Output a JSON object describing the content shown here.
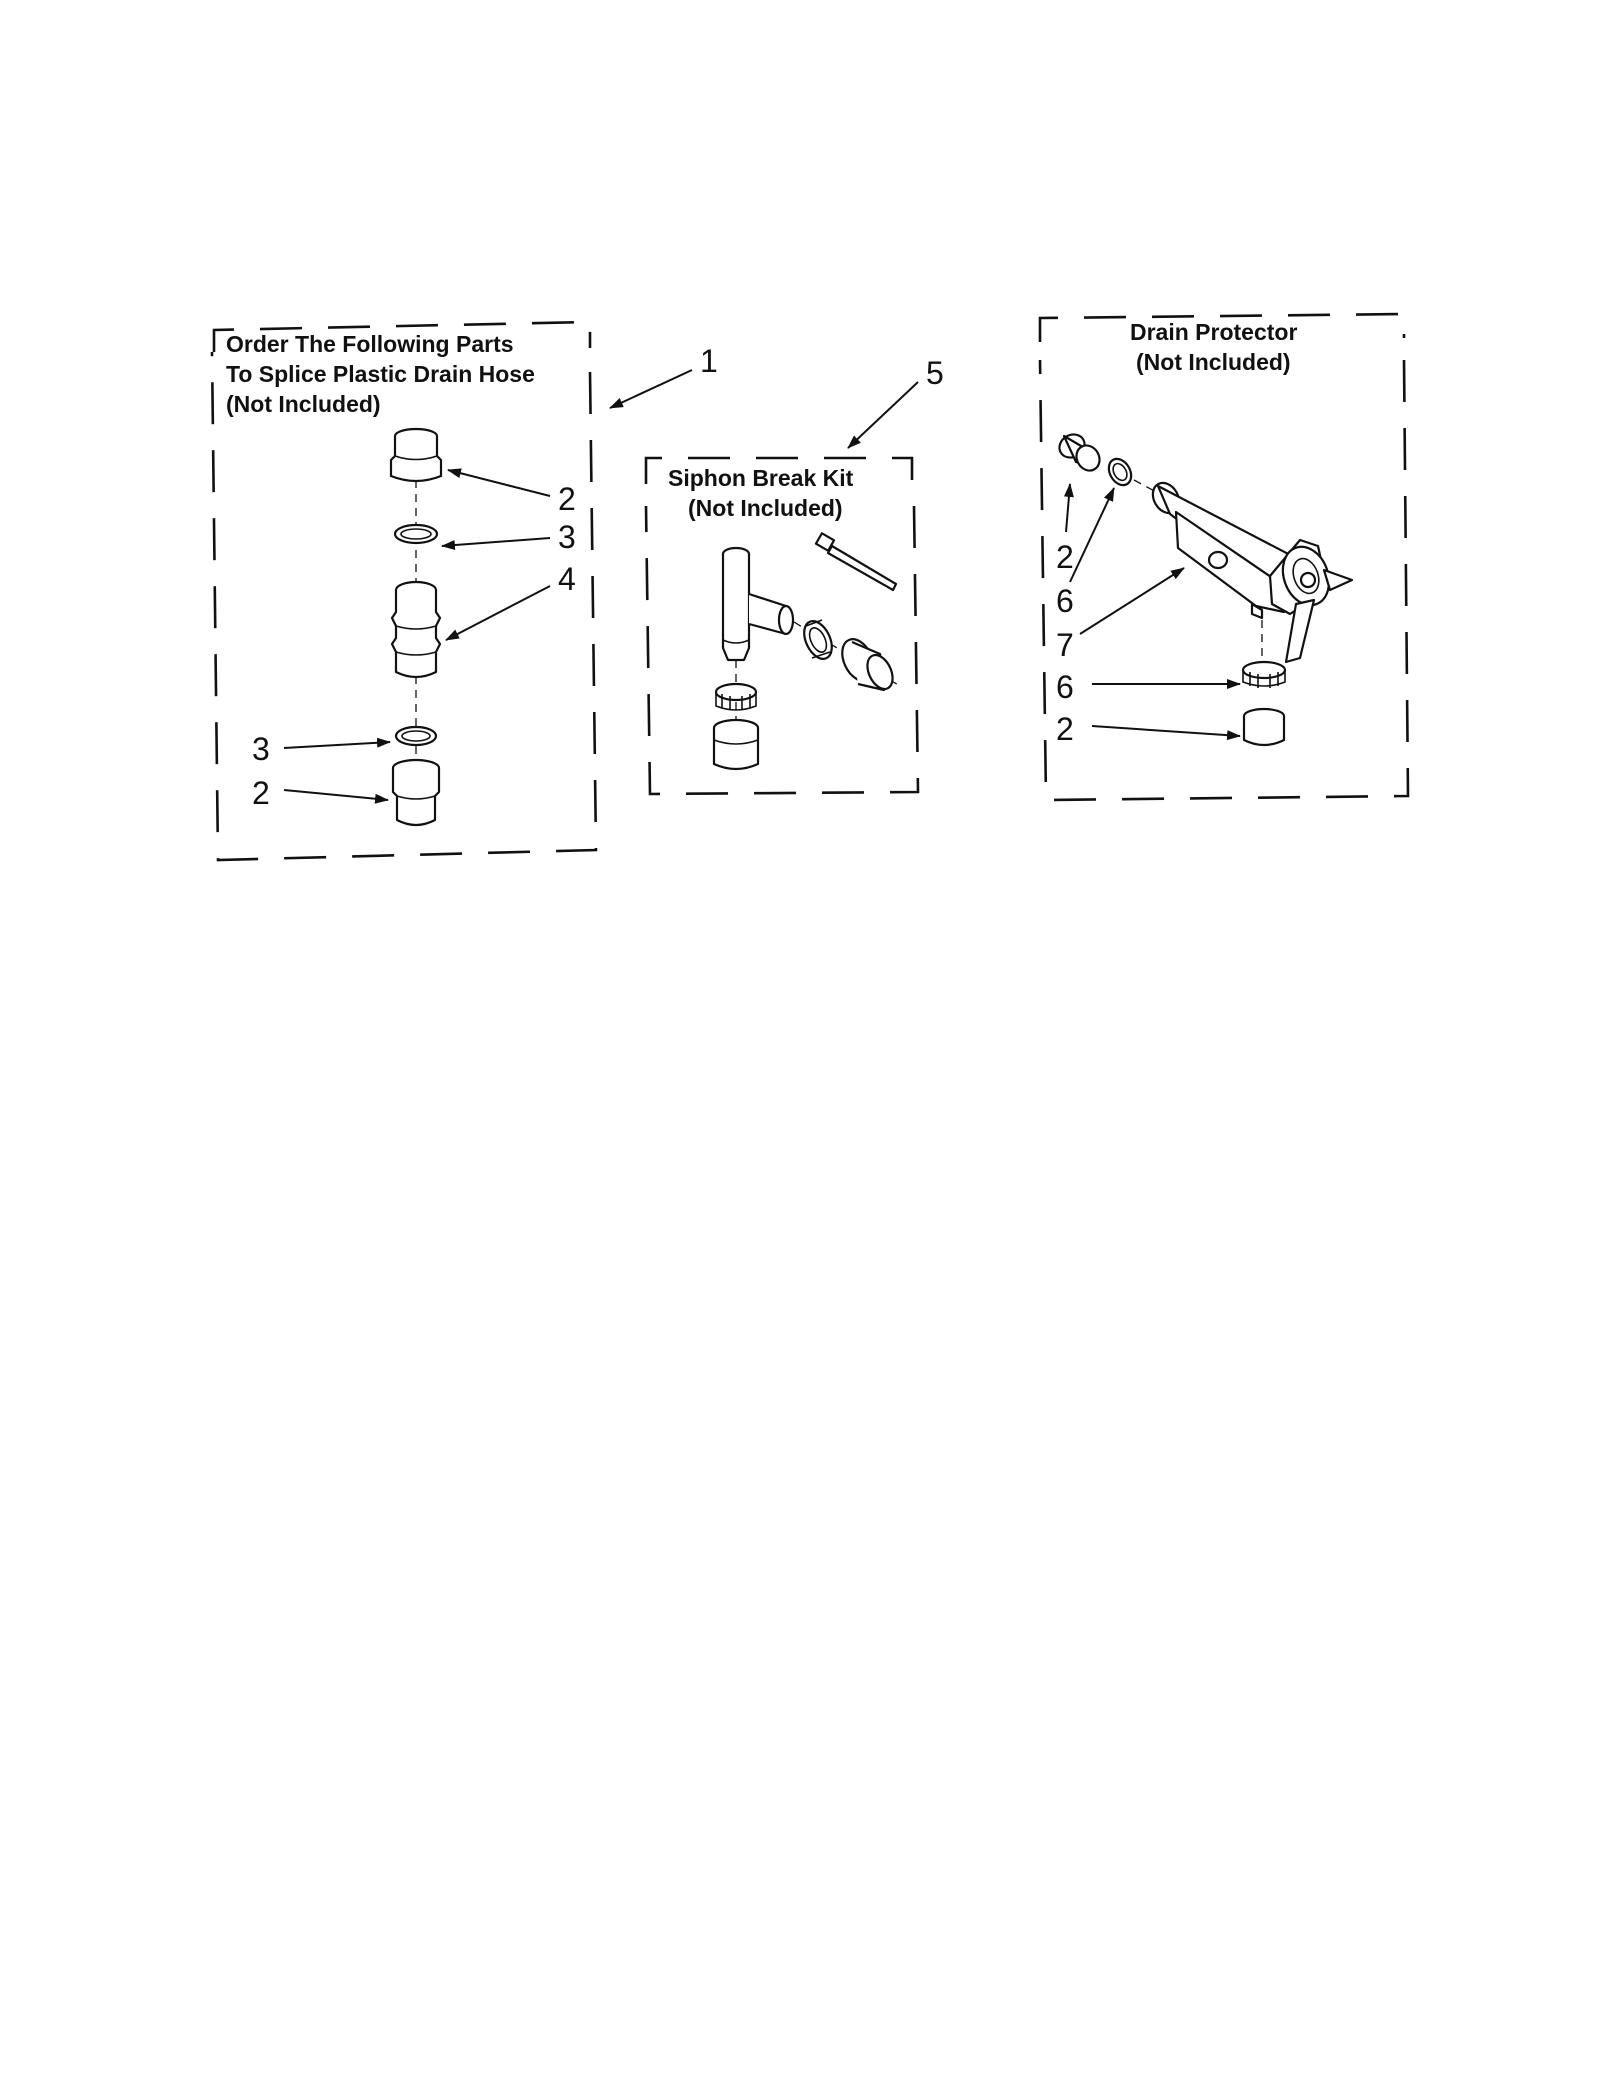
{
  "groups": {
    "splice": {
      "title_lines": [
        "Order The Following Parts",
        "To Splice Plastic Drain Hose",
        "(Not Included)"
      ]
    },
    "siphon": {
      "title_lines": [
        "Siphon Break Kit",
        "(Not Included)"
      ]
    },
    "protector": {
      "title_lines": [
        "Drain Protector",
        "(Not Included)"
      ]
    }
  },
  "callouts": {
    "c1": "1",
    "c5": "5",
    "s2a": "2",
    "s3a": "3",
    "s4": "4",
    "s3b": "3",
    "s2b": "2",
    "p2a": "2",
    "p6a": "6",
    "p7": "7",
    "p6b": "6",
    "p2b": "2"
  }
}
